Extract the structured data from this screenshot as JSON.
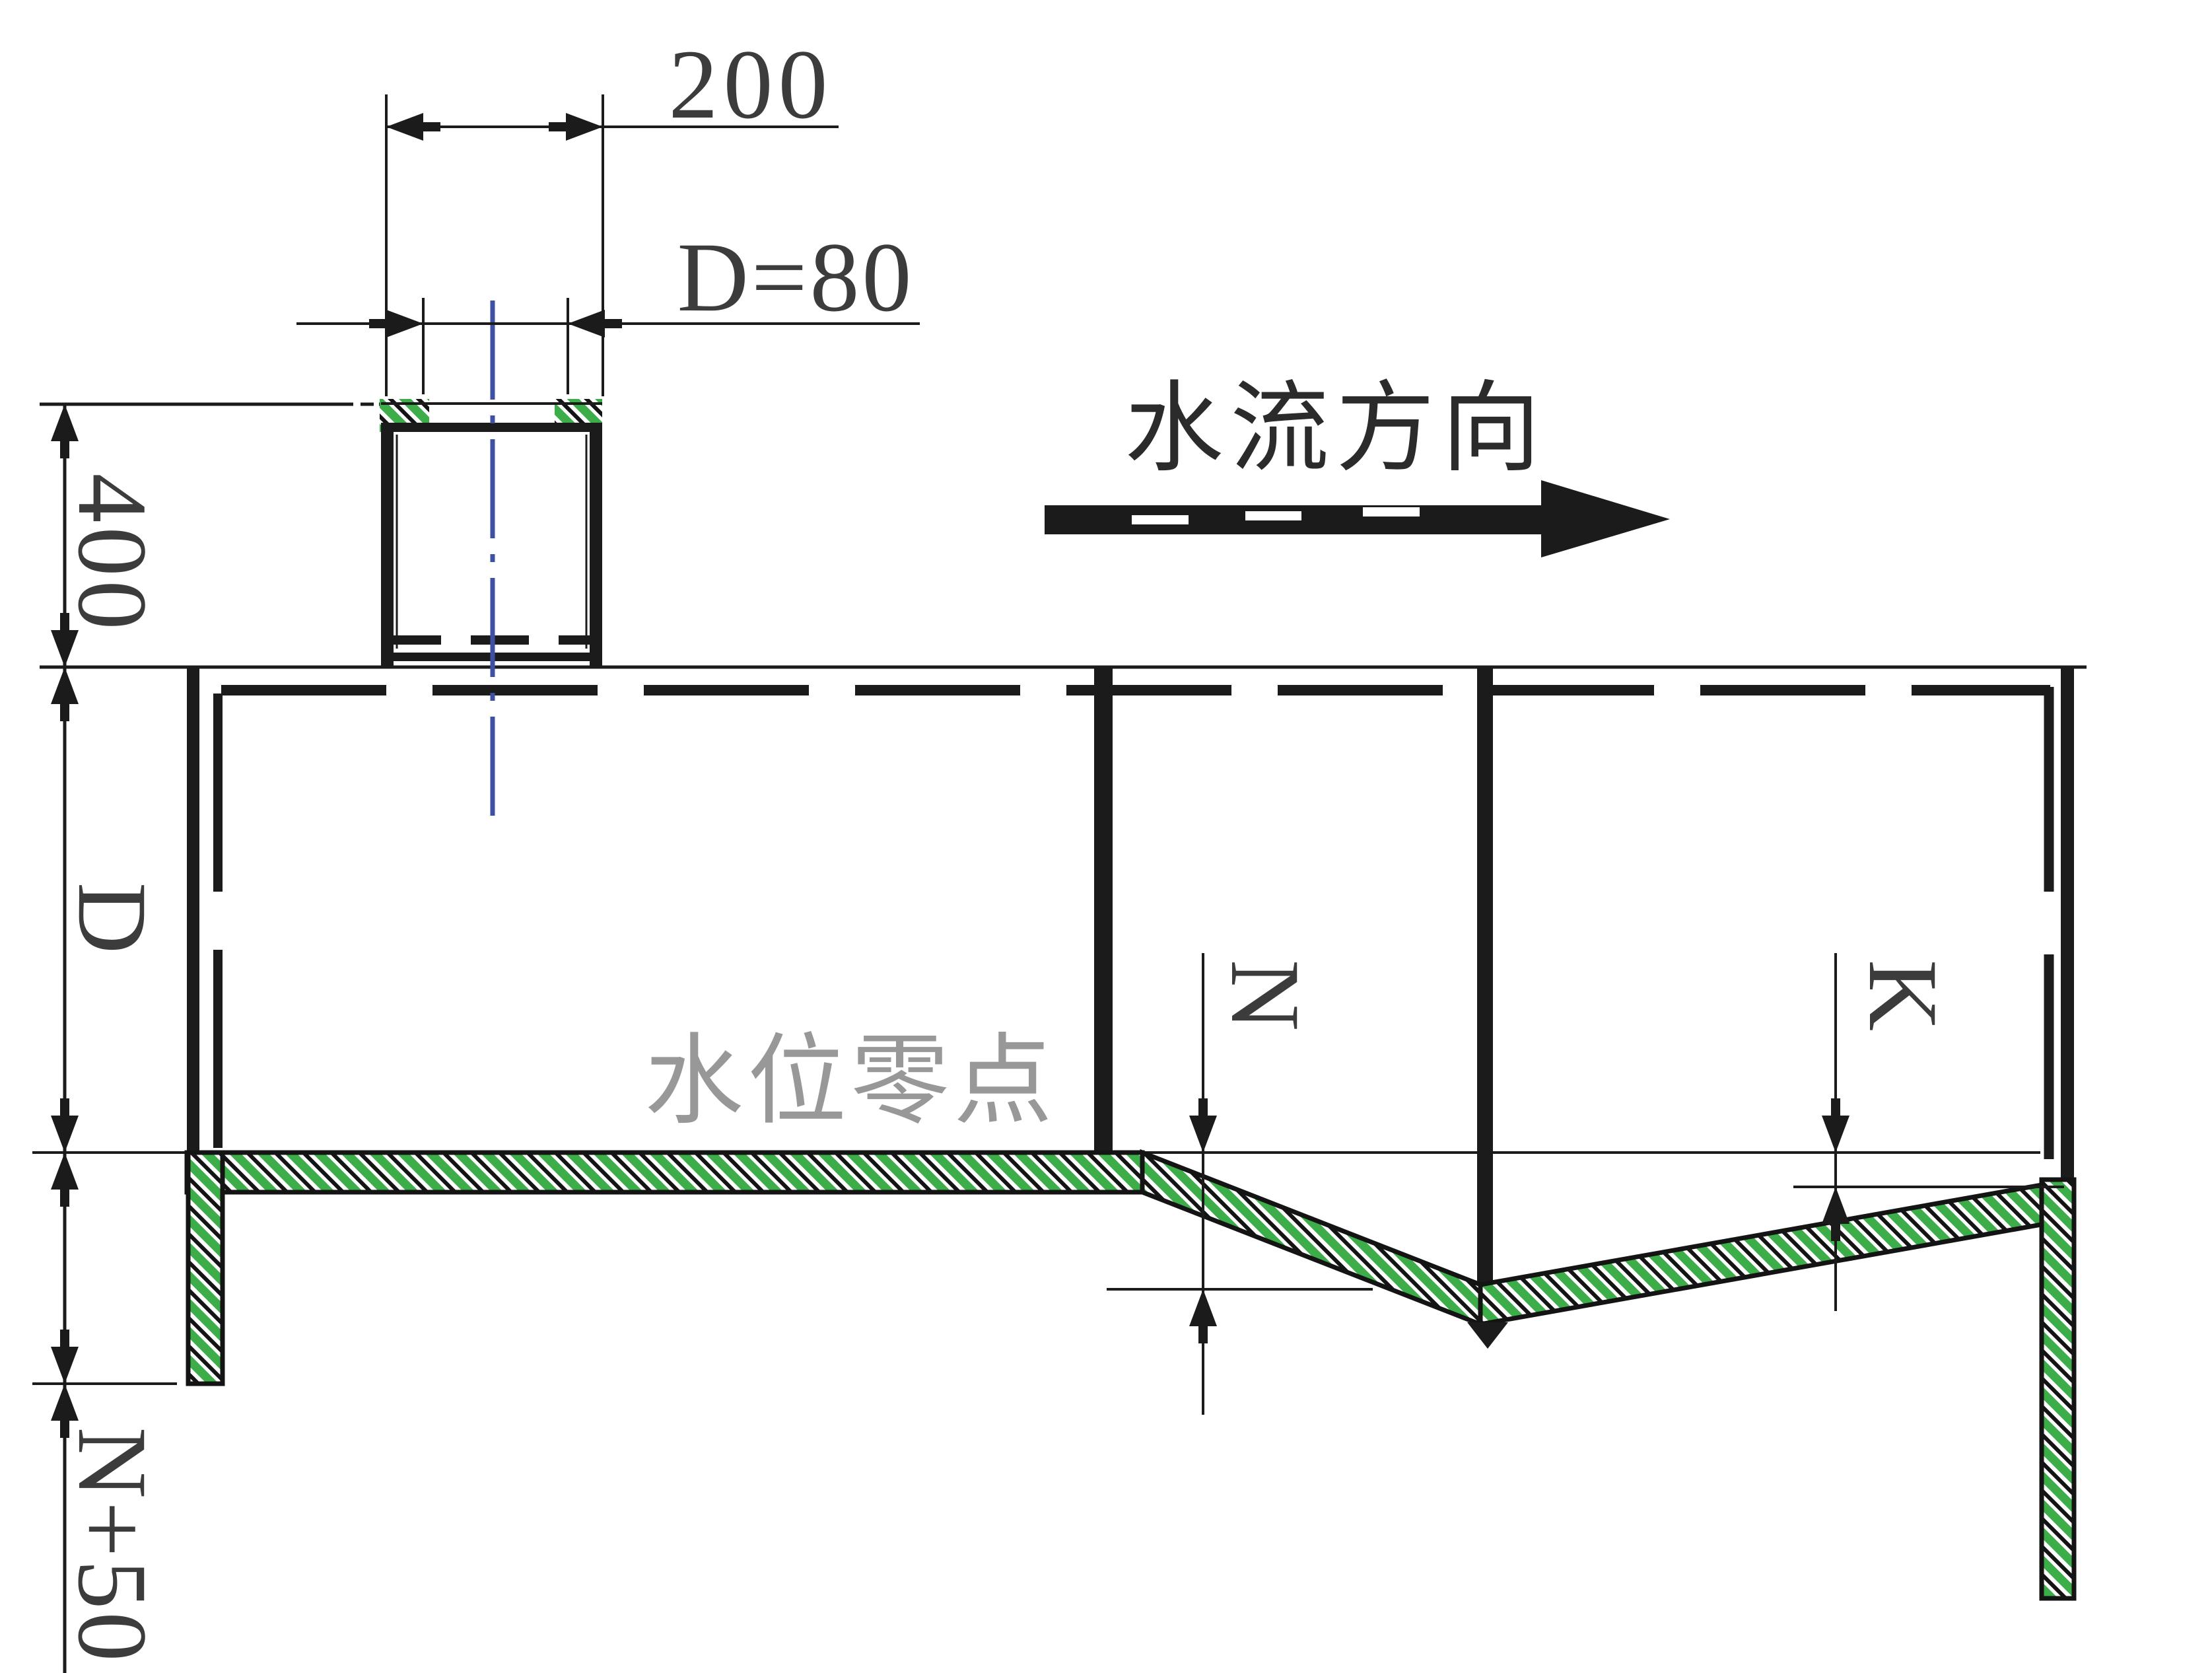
{
  "drawing": {
    "type": "hydraulic-engineering-section",
    "labels": {
      "dim_top_width": "200",
      "dim_pipe": "D=80",
      "dim_depth_400": "400",
      "dim_depth_d": "D",
      "dim_depth_n50": "N+50",
      "dim_n": "N",
      "dim_k": "K",
      "flow_direction": "水流方向",
      "water_level_zero": "水位零点"
    },
    "colors": {
      "hatch_green": "#3cad49",
      "centerline_blue": "#3d50a2",
      "line_black": "#1b1b1b",
      "dim_text": "#3c3c3c",
      "flow_text": "#2b2b2b",
      "water_text_gray": "#989898",
      "background": "#ffffff"
    }
  }
}
